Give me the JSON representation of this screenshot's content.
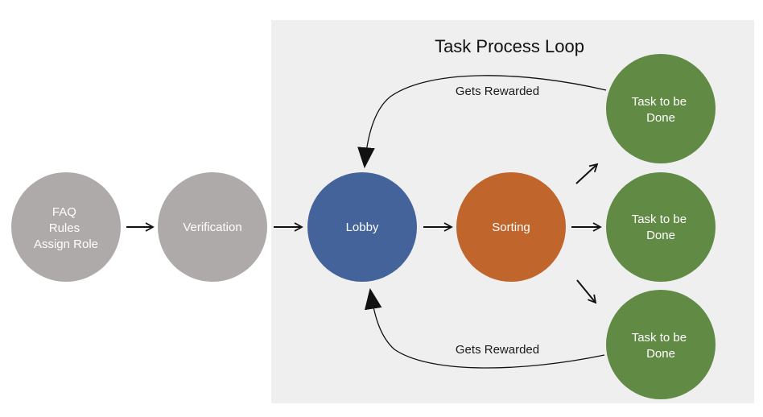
{
  "panel": {
    "title": "Task Process Loop",
    "background": "#efefef"
  },
  "nodes": {
    "onboarding": {
      "lines": [
        "FAQ",
        "Rules",
        "Assign Role"
      ],
      "color": "#aeaaaa"
    },
    "verification": {
      "lines": [
        "Verification"
      ],
      "color": "#aeaaaa"
    },
    "lobby": {
      "lines": [
        "Lobby"
      ],
      "color": "#44639a"
    },
    "sorting": {
      "lines": [
        "Sorting"
      ],
      "color": "#c0652c"
    },
    "task_top": {
      "lines": [
        "Task to be",
        "Done"
      ],
      "color": "#618a45"
    },
    "task_middle": {
      "lines": [
        "Task to be",
        "Done"
      ],
      "color": "#618a45"
    },
    "task_bottom": {
      "lines": [
        "Task to be",
        "Done"
      ],
      "color": "#618a45"
    }
  },
  "edges": {
    "reward_top": "Gets Rewarded",
    "reward_bottom": "Gets Rewarded"
  }
}
